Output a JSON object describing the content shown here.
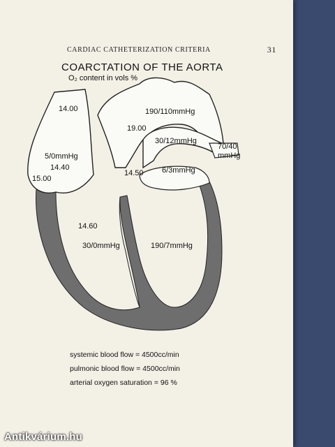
{
  "header": {
    "running_title": "CARDIAC CATHETERIZATION CRITERIA",
    "page_number": "31"
  },
  "figure": {
    "title": "COARCTATION OF THE AORTA",
    "subtitle": "O₂ content in vols %",
    "labels": {
      "svc": "14.00",
      "aorta_pressure": "190/110mmHg",
      "aorta_o2": "19.00",
      "pa_pressure": "30/12mmHg",
      "pv_pressure": "70/40\nmmHg",
      "ra_pressure": "5/0mmHg",
      "ra_o2": "14.40",
      "ivc_o2": "15.00",
      "pa_o2": "14.50",
      "la_pressure": "6/3mmHg",
      "rv_o2": "14.60",
      "rv_pressure": "30/0mmHg",
      "lv_pressure": "190/7mmHg"
    }
  },
  "footer": {
    "systemic": "systemic blood flow = 4500cc/min",
    "pulmonic": "pulmonic blood flow = 4500cc/min",
    "saturation": "arterial oxygen saturation = 96 %"
  },
  "watermark": "Antikvárium.hu"
}
